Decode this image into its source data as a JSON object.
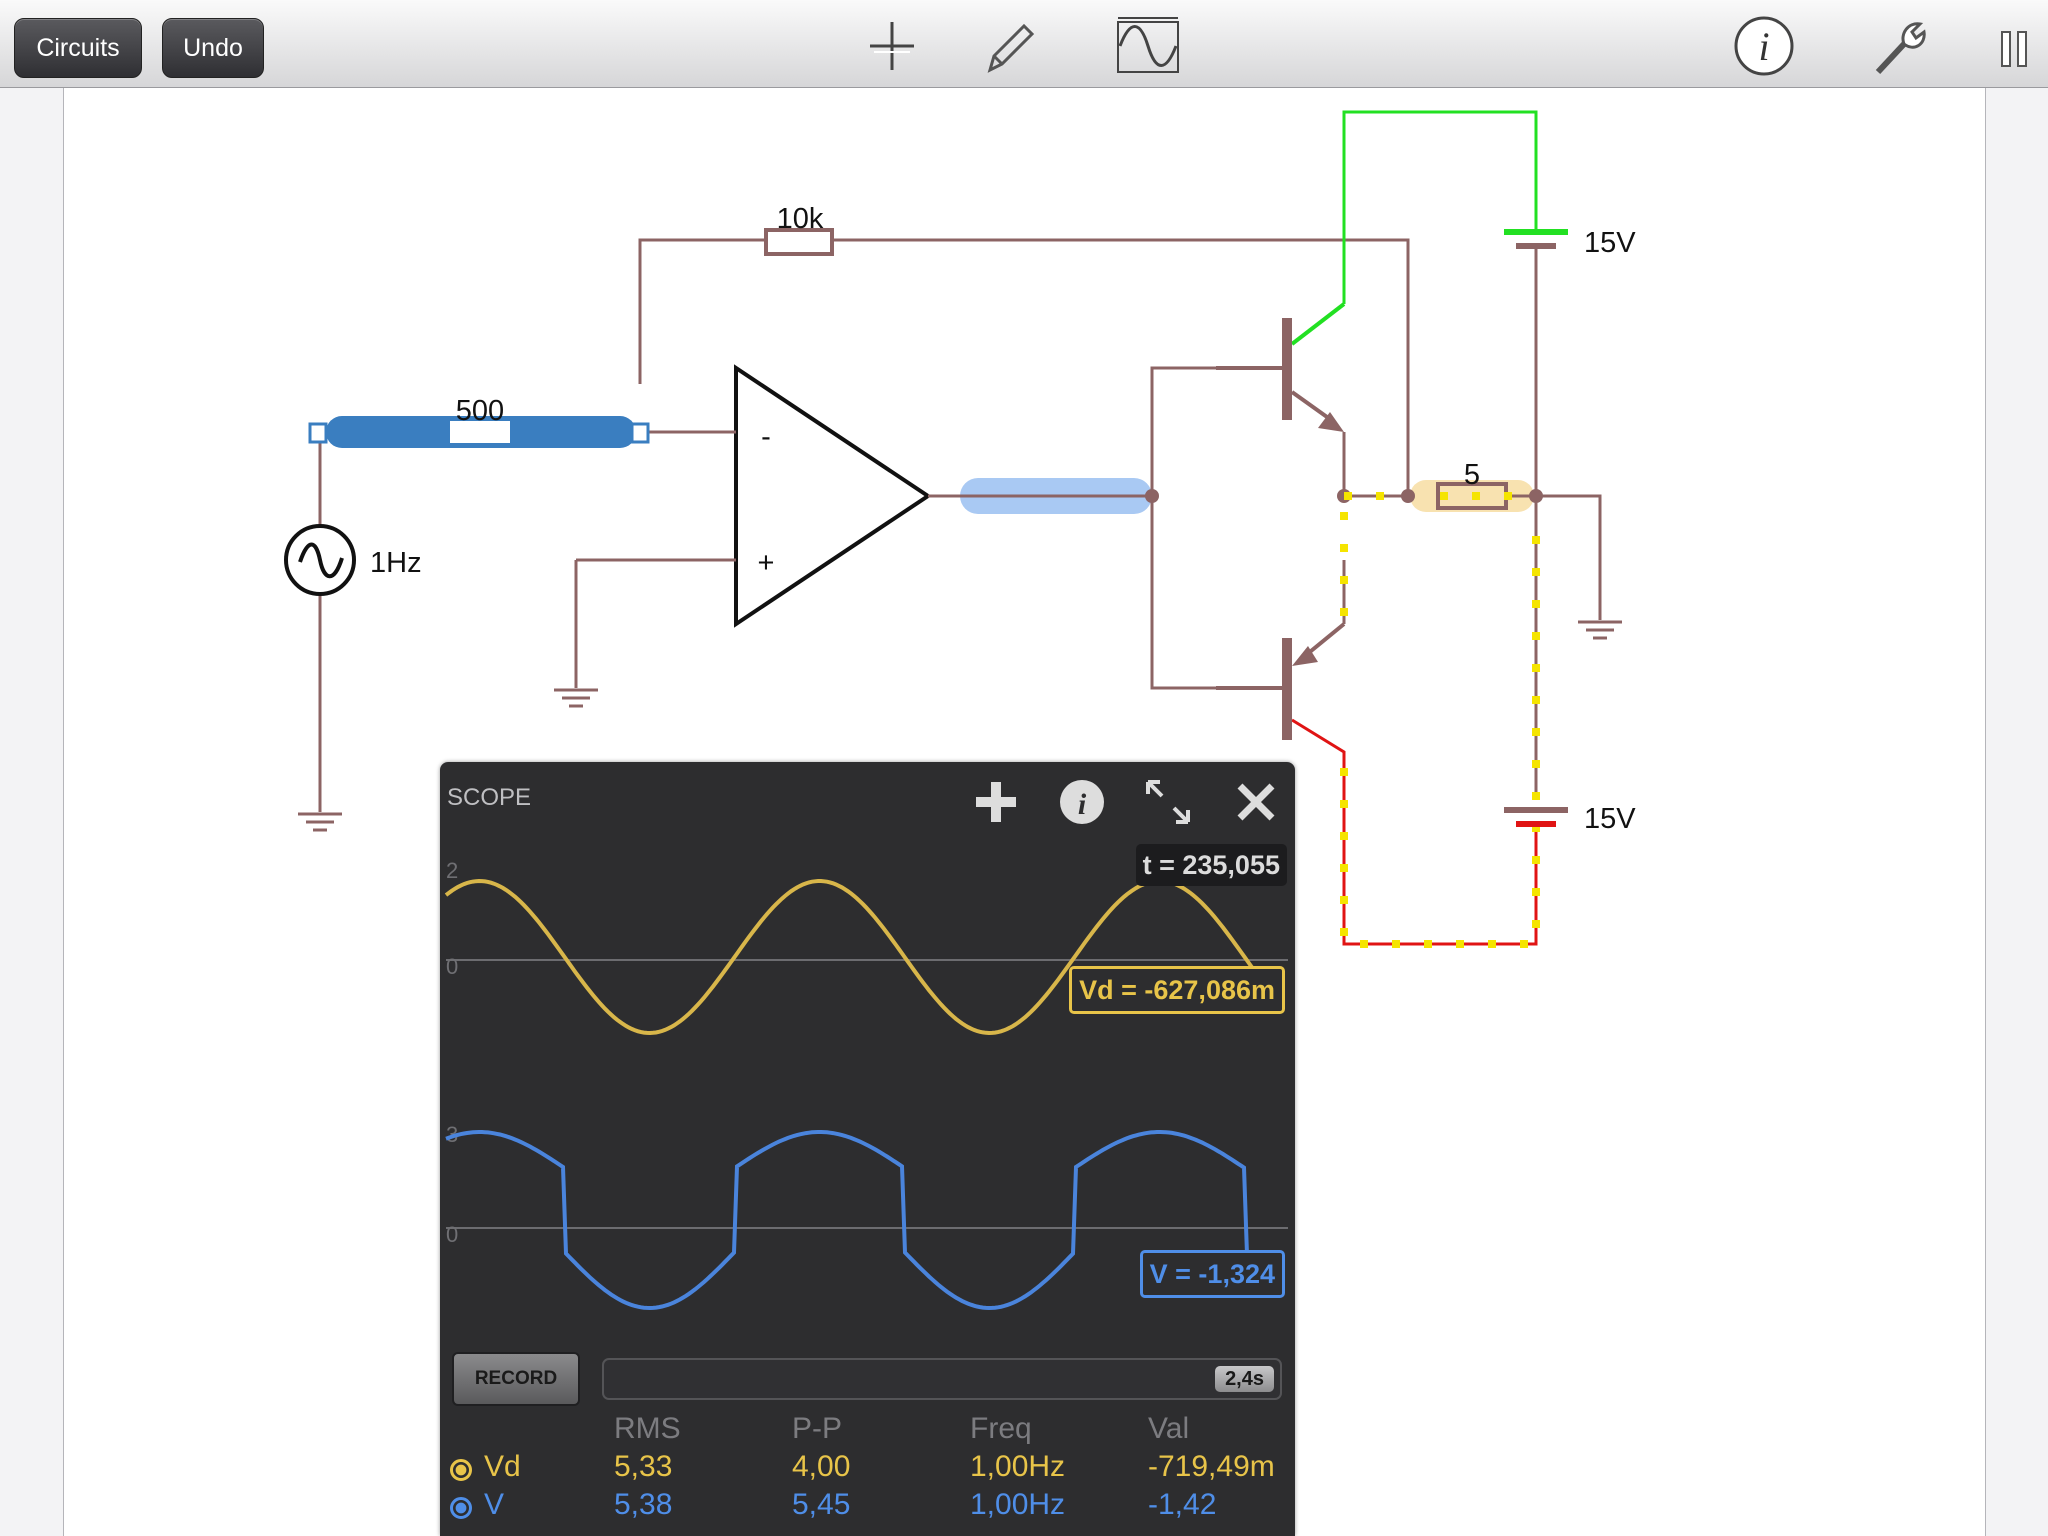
{
  "toolbar": {
    "circuits_label": "Circuits",
    "undo_label": "Undo",
    "icons": [
      "add-icon",
      "pencil-icon",
      "scope-wave-icon",
      "info-icon",
      "wrench-icon",
      "pause-icon"
    ]
  },
  "circuit": {
    "labels": {
      "feedback_resistor": "10k",
      "input_resistor": "500",
      "source_freq": "1Hz",
      "opamp_minus": "-",
      "opamp_plus": "+",
      "load_resistor": "5",
      "supply_top": "15V",
      "supply_bottom": "15V"
    },
    "colors": {
      "wire": "#8c6464",
      "positive": "#22e022",
      "negative": "#e01414",
      "selected_blue": "#3a7ec0",
      "current_dot": "#f5e400"
    }
  },
  "scope": {
    "title": "SCOPE",
    "icons": [
      "add-icon",
      "info-icon",
      "expand-icon",
      "close-icon"
    ],
    "time_readout": "t = 235,055",
    "vd_readout": "Vd = -627,086m",
    "v_readout": "V = -1,324",
    "trace1_scale_top": "2",
    "trace1_scale_zero": "0",
    "trace2_scale_top": "3",
    "trace2_scale_zero": "0",
    "record_label": "RECORD",
    "timebar_label": "2,4s",
    "headers": [
      "RMS",
      "P-P",
      "Freq",
      "Val"
    ],
    "rows": [
      {
        "name": "Vd",
        "rms": "5,33",
        "pp": "4,00",
        "freq": "1,00Hz",
        "val": "-719,49m",
        "color": "#e8c449"
      },
      {
        "name": "V",
        "rms": "5,38",
        "pp": "5,45",
        "freq": "1,00Hz",
        "val": "-1,42",
        "color": "#4f8ee8"
      }
    ]
  }
}
